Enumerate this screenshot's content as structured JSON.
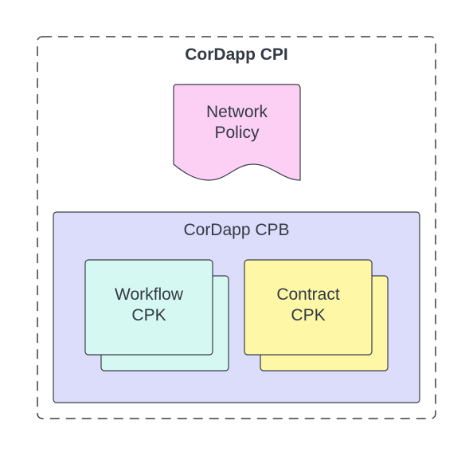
{
  "cpi": {
    "title": "CorDapp CPI"
  },
  "network_policy": {
    "line1": "Network",
    "line2": "Policy",
    "fill": "#fccff5"
  },
  "cpb": {
    "title": "CorDapp CPB",
    "fill": "#dcdcfb"
  },
  "workflow_cpk": {
    "line1": "Workflow",
    "line2": "CPK",
    "fill": "#d6f8f2"
  },
  "contract_cpk": {
    "line1": "Contract",
    "line2": "CPK",
    "fill": "#fef8a6"
  },
  "colors": {
    "stroke": "#3a3f48",
    "text": "#333a45"
  }
}
